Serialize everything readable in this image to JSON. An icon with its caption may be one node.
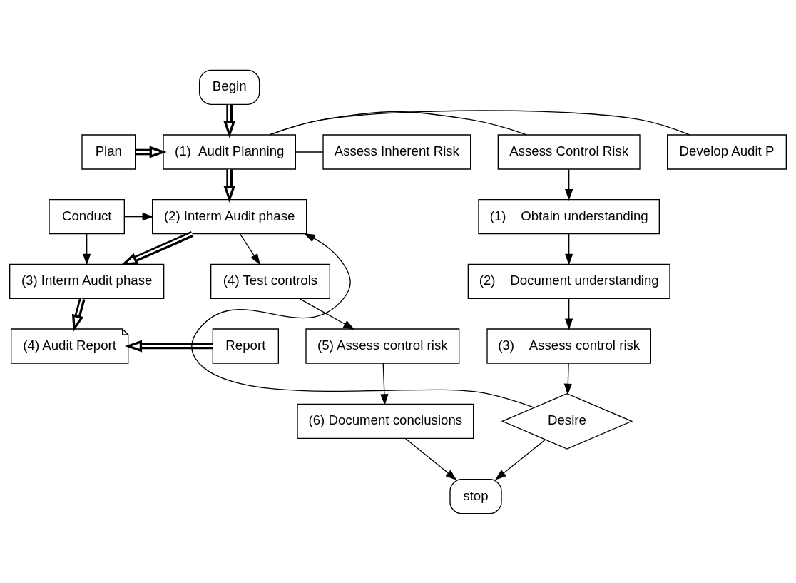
{
  "diagram": {
    "nodes": [
      {
        "text": [
          "Begin"
        ]
      },
      {
        "text": [
          "Plan"
        ]
      },
      {
        "text": [
          "(1)  Audit Planning"
        ]
      },
      {
        "text": [
          "Assess Inherent Risk"
        ]
      },
      {
        "text": [
          "Assess Control Risk"
        ]
      },
      {
        "text": [
          "Develop Audit P"
        ]
      },
      {
        "text": [
          "Conduct"
        ]
      },
      {
        "text": [
          "(2) Interm Audit phase"
        ]
      },
      {
        "text": [
          "(3) Interm Audit phase"
        ]
      },
      {
        "text": [
          "Report"
        ]
      },
      {
        "text": [
          "(4) Audit Report"
        ]
      },
      {
        "text": [
          "(4) Test controls"
        ]
      },
      {
        "text": [
          "(5) Assess control risk"
        ]
      },
      {
        "text": [
          "(6) Document conclusions"
        ]
      },
      {
        "text": [
          "(1)    Obtain understanding"
        ]
      },
      {
        "text": [
          "(2)    Document understanding"
        ]
      },
      {
        "text": [
          "(3)    Assess control risk"
        ]
      },
      {
        "text": [
          "Desire"
        ]
      },
      {
        "text": [
          "stop"
        ]
      }
    ],
    "edges": [
      {
        "from": 0,
        "to": 2,
        "arrow": "to",
        "style": "thick"
      },
      {
        "from": 1,
        "to": 2,
        "arrow": "to",
        "style": "thick"
      },
      {
        "from": 2,
        "to": 3,
        "arrow": "none"
      },
      {
        "from": 2,
        "to": 4,
        "arrow": "none"
      },
      {
        "from": 2,
        "to": 5,
        "arrow": "none"
      },
      {
        "from": 2,
        "to": 7,
        "arrow": "to",
        "style": "thick"
      },
      {
        "from": 6,
        "to": 7,
        "arrow": "to"
      },
      {
        "from": 6,
        "to": 8,
        "arrow": "to"
      },
      {
        "from": 7,
        "to": 8,
        "arrow": "to",
        "style": "thick"
      },
      {
        "from": 7,
        "to": 11,
        "arrow": "to"
      },
      {
        "from": 8,
        "to": 10,
        "arrow": "to",
        "style": "thick"
      },
      {
        "from": 9,
        "to": 10,
        "arrow": "to",
        "style": "thick"
      },
      {
        "from": 11,
        "to": 12,
        "arrow": "to"
      },
      {
        "from": 12,
        "to": 13,
        "arrow": "to"
      },
      {
        "from": 4,
        "to": 14,
        "arrow": "to"
      },
      {
        "from": 14,
        "to": 15,
        "arrow": "to"
      },
      {
        "from": 15,
        "to": 16,
        "arrow": "to"
      },
      {
        "from": 16,
        "to": 17,
        "arrow": "to"
      },
      {
        "from": 17,
        "to": 7,
        "arrow": "to"
      },
      {
        "from": 13,
        "to": 18,
        "arrow": "to"
      },
      {
        "from": 17,
        "to": 18,
        "arrow": "to"
      }
    ]
  }
}
